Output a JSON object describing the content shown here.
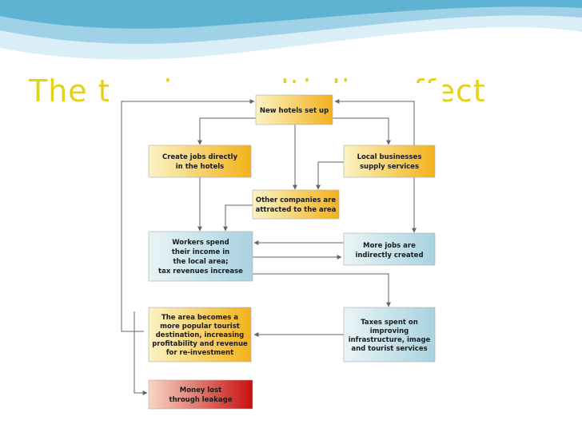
{
  "slide": {
    "title": "The tourism multiplier effect"
  },
  "colors": {
    "title": "#e3d21b",
    "wave_dark": "#5fb3d2",
    "wave_light": "#cfe9f3",
    "box_yellow_light": "#fbf3c4",
    "box_yellow_dark": "#f3b21c",
    "box_blue_light": "#e8f2f6",
    "box_blue_dark": "#a8d3e0",
    "box_red_light": "#f7d7c4",
    "box_red_dark": "#c80f0f",
    "arrow": "#666666"
  },
  "diagram": {
    "boxes": [
      {
        "id": "new-hotels",
        "lines": [
          "New hotels set up"
        ],
        "fill": "yellow"
      },
      {
        "id": "create-jobs",
        "lines": [
          "Create jobs directly",
          "in the hotels"
        ],
        "fill": "yellow"
      },
      {
        "id": "local-businesses",
        "lines": [
          "Local businesses",
          "supply services"
        ],
        "fill": "yellow"
      },
      {
        "id": "other-companies",
        "lines": [
          "Other companies are",
          "attracted to the area"
        ],
        "fill": "yellow"
      },
      {
        "id": "workers-spend",
        "lines": [
          "Workers spend",
          "their income in",
          "the local area;",
          "tax revenues increase"
        ],
        "fill": "blue"
      },
      {
        "id": "more-jobs",
        "lines": [
          "More jobs are",
          "indirectly created"
        ],
        "fill": "blue"
      },
      {
        "id": "popular-destination",
        "lines": [
          "The area becomes a",
          "more popular tourist",
          "destination, increasing",
          "profitability and revenue",
          "for re-investment"
        ],
        "fill": "yellow"
      },
      {
        "id": "taxes-spent",
        "lines": [
          "Taxes spent on",
          "improving",
          "infrastructure, image",
          "and tourist services"
        ],
        "fill": "blue"
      },
      {
        "id": "money-lost",
        "lines": [
          "Money lost",
          "through leakage"
        ],
        "fill": "red"
      }
    ]
  }
}
